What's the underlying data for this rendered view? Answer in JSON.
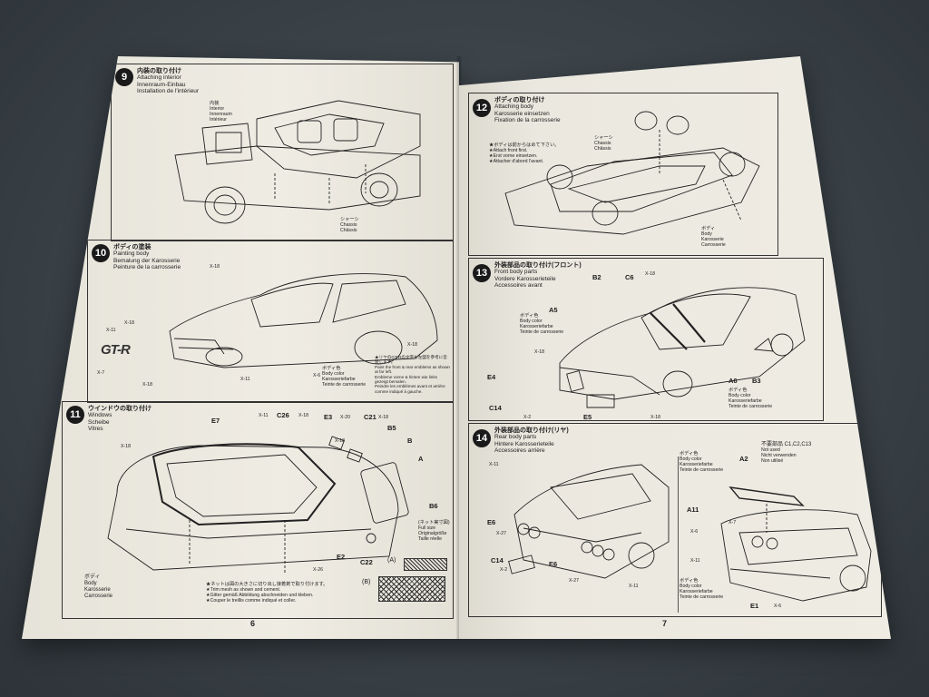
{
  "left_page": {
    "page_number": "6",
    "step9": {
      "number": "9",
      "title_jp": "内装の取り付け",
      "title_en": "Attaching interior",
      "title_de": "Innenraum-Einbau",
      "title_fr": "Installation de l'intérieur",
      "interior_jp": "内装",
      "interior_en": "Interior",
      "interior_de": "Innenraum",
      "interior_fr": "Intérieur",
      "chassis_jp": "シャーシ",
      "chassis_en": "Chassis",
      "chassis_de": "Châssis"
    },
    "step10": {
      "number": "10",
      "title_jp": "ボディの塗装",
      "title_en": "Painting body",
      "title_de": "Bemalung der Karosserie",
      "title_fr": "Peinture de la carrosserie",
      "x18_a": "X-18",
      "x18_b": "X-18",
      "x18_c": "X-18",
      "x18_d": "X-18",
      "x11_a": "X-11",
      "x11_b": "X-11",
      "x7": "X-7",
      "x6": "X-6",
      "badge": "GT-R",
      "body_color_jp": "ボディ色",
      "body_color_en": "Body color",
      "body_color_de": "Karosseriefarbe",
      "body_color_fr": "Teinte de carrosserie",
      "note_jp": "★リヤのGT-Rの文字も左図を参考に塗装します。",
      "note_en": "Paint the front & rear emblems as shown at far left.",
      "note_de": "Embleme vorne & hinten wie links gezeigt bemalen.",
      "note_fr": "Peindre les emblèmes avant et arrière comme indiqué à gauche."
    },
    "step11": {
      "number": "11",
      "title_jp": "ウインドウの取り付け",
      "title_en": "Windows",
      "title_de": "Scheibe",
      "title_fr": "Vitres",
      "e7": "E7",
      "x11": "X-11",
      "c26": "C26",
      "x18_a": "X-18",
      "x18_b": "X-18",
      "x18_c": "X-18",
      "x18_d": "X-18",
      "e3": "E3",
      "x20": "X-20",
      "c21": "C21",
      "b5": "B5",
      "b": "B",
      "a": "A",
      "b6": "B6",
      "e2": "E2",
      "c22": "C22",
      "x26": "X-26",
      "net_jp": "(ネット実寸図)",
      "net_en": "Full size",
      "net_de": "Originalgröße",
      "net_fr": "Taille réelle",
      "mesh_a": "(A)",
      "mesh_b": "(B)",
      "body_jp": "ボディ",
      "body_en": "Body",
      "body_de": "Karosserie",
      "body_fr": "Carrosserie",
      "note_jp": "★ネットは図の大きさに切り出し接着剤で取り付けます。",
      "note_en": "★Trim mesh as shown and cement.",
      "note_de": "★Gitter gemäß Abbildung abschneiden und kleben.",
      "note_fr": "★Couper le treillis comme indiqué et coller."
    }
  },
  "right_page": {
    "page_number": "7",
    "step12": {
      "number": "12",
      "title_jp": "ボディの取り付け",
      "title_en": "Attaching body",
      "title_de": "Karosserie einsetzen",
      "title_fr": "Fixation de la carrosserie",
      "chassis_jp": "シャーシ",
      "chassis_en": "Chassis",
      "chassis_de": "Châssis",
      "note_jp": "★ボディは前からはめて下さい。",
      "note_en": "★Attach front first.",
      "note_de": "★Erst vorne einsetzen.",
      "note_fr": "★Attacher d'abord l'avant.",
      "body_jp": "ボディ",
      "body_en": "Body",
      "body_de": "Karosserie",
      "body_fr": "Carrosserie"
    },
    "step13": {
      "number": "13",
      "title_jp": "外装部品の取り付け(フロント)",
      "title_en": "Front body parts",
      "title_de": "Vordere Karosserieteile",
      "title_fr": "Accessoires avant",
      "b2": "B2",
      "c6": "C6",
      "x18_a": "X-18",
      "x18_b": "X-18",
      "x18_c": "X-18",
      "a5": "A5",
      "e4": "E4",
      "c14": "C14",
      "x2": "X-2",
      "e5": "E5",
      "a6": "A6",
      "b3": "B3",
      "body_color_jp": "ボディ色",
      "body_color_en": "Body color",
      "body_color_de": "Karosseriefarbe",
      "body_color_fr": "Teinte de carrosserie"
    },
    "step14": {
      "number": "14",
      "title_jp": "外装部品の取り付け(リヤ)",
      "title_en": "Rear body parts",
      "title_de": "Hintere Karosserieteile",
      "title_fr": "Accessoires arrière",
      "x11_a": "X-11",
      "x11_b": "X-11",
      "x11_c": "X-11",
      "e6_a": "E6",
      "e6_b": "E6",
      "x27_a": "X-27",
      "x27_b": "X-27",
      "c14": "C14",
      "x2": "X-2",
      "a2": "A2",
      "a11": "A11",
      "x7": "X-7",
      "x6_a": "X-6",
      "x6_b": "X-6",
      "e1": "E1",
      "unused_parts": "不要部品 C1,C2,C13",
      "unused_en": "Not used",
      "unused_de": "Nicht verwenden",
      "unused_fr": "Non utilisé",
      "body_color_jp": "ボディ色",
      "body_color_en": "Body color",
      "body_color_de": "Karosseriefarbe",
      "body_color_fr": "Teinte de carrosserie",
      "body_color2_jp": "ボディ色",
      "body_color2_en": "Body color",
      "body_color2_de": "Karosseriefarbe",
      "body_color2_fr": "Teinte de carrosserie"
    }
  }
}
